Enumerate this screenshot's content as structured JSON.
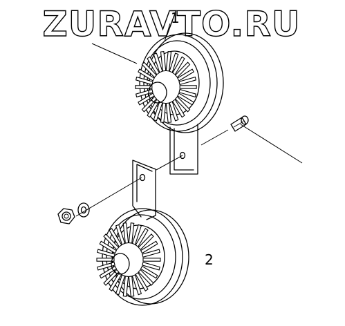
{
  "watermark": "ZURAVTO.RU",
  "callouts": {
    "horn_top": "1",
    "horn_bottom": "2"
  }
}
